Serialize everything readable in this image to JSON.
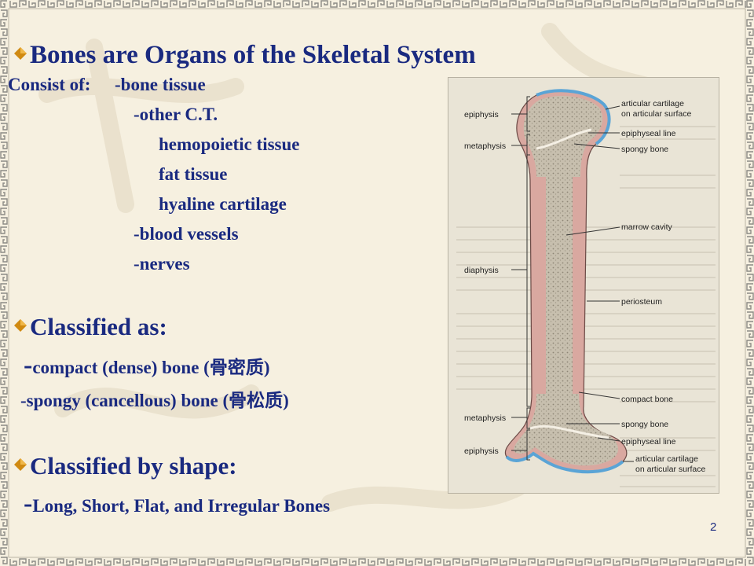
{
  "slide": {
    "title": "Bones are Organs of the Skeletal System",
    "consist_label": "Consist of:",
    "consist_items": [
      "-bone tissue",
      "-other C.T.",
      "hemopoietic tissue",
      "fat tissue",
      "hyaline cartilage",
      "-blood vessels",
      "-nerves"
    ],
    "classified_as": "Classified as:",
    "compact_dash": "-",
    "compact_text": "compact (dense) bone (",
    "compact_cjk": "骨密质",
    "close_paren": ")",
    "spongy_text": "-spongy (cancellous) bone (",
    "spongy_cjk": "骨松质",
    "classified_by_shape": "Classified by shape:",
    "shape_dash": "-",
    "shape_text": "Long, Short, Flat, and Irregular Bones",
    "page_number": "2"
  },
  "figure": {
    "labels": {
      "epiphysis_top": "epiphysis",
      "metaphysis_top": "metaphysis",
      "diaphysis": "diaphysis",
      "metaphysis_bottom": "metaphysis",
      "epiphysis_bottom": "epiphysis",
      "articular_top_1": "articular cartilage",
      "articular_top_2": "on articular surface",
      "epiphyseal_line_top": "epiphyseal line",
      "spongy_bone_top": "spongy bone",
      "marrow_cavity": "marrow cavity",
      "periosteum": "periosteum",
      "compact_bone": "compact bone",
      "spongy_bone_bottom": "spongy bone",
      "epiphyseal_line_bottom": "epiphyseal line",
      "articular_bottom_1": "articular cartilage",
      "articular_bottom_2": "on articular surface"
    }
  },
  "colors": {
    "text": "#1a2a80",
    "bullet": "#d08a12",
    "background": "#f6f0e0",
    "border_pattern": "#8c8b85",
    "bone_outer": "#d9a8a0",
    "bone_inner": "#b9b2a0",
    "cartilage": "#5aa4d6"
  }
}
